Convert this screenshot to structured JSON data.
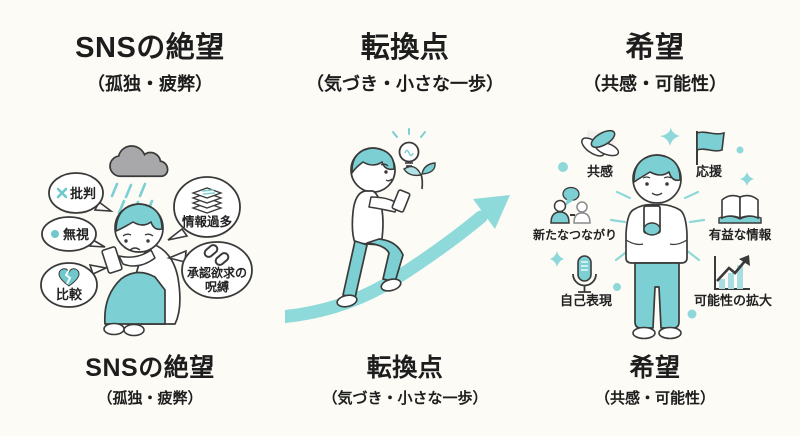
{
  "colors": {
    "background": "#fcfbf6",
    "teal": "#7ccfd2",
    "teal_light": "#a8dee1",
    "arrow_teal": "#8edadb",
    "outline": "#3a3a3a",
    "cloud_gray": "#a8a8aa",
    "text_dark": "#1d1d1d"
  },
  "sections": [
    {
      "title": "SNSの絶望",
      "subtitle": "（孤独・疲弊）",
      "figure": "person-sitting-with-phone-under-rain-cloud",
      "bubbles": [
        {
          "label": "批判",
          "icon": "x-mark-icon"
        },
        {
          "label": "無視",
          "icon": "dot-icon"
        },
        {
          "label": "比較",
          "icon": "broken-heart-icon"
        },
        {
          "label": "情報過多",
          "icon": "paper-stack-icon"
        },
        {
          "label": "承認欲求の呪縛",
          "label_lines": [
            "承認欲求の",
            "呪縛"
          ],
          "icon": "chain-link-icon"
        }
      ]
    },
    {
      "title": "転換点",
      "subtitle": "（気づき・小さな一歩）",
      "figure": "person-walking-up-growth-arrow",
      "icons": [
        "lightbulb-icon",
        "sprout-icon",
        "growth-arrow-icon",
        "smartphone-icon"
      ]
    },
    {
      "title": "希望",
      "subtitle": "（共感・可能性）",
      "figure": "person-standing-with-phone-smiling",
      "items": [
        {
          "label": "共感",
          "icon": "hands-together-icon"
        },
        {
          "label": "応援",
          "icon": "flag-icon"
        },
        {
          "label": "新たなつながり",
          "icon": "people-connection-icon"
        },
        {
          "label": "有益な情報",
          "icon": "open-book-icon"
        },
        {
          "label": "自己表現",
          "icon": "microphone-icon"
        },
        {
          "label": "可能性の拡大",
          "icon": "growth-chart-icon"
        }
      ]
    }
  ]
}
